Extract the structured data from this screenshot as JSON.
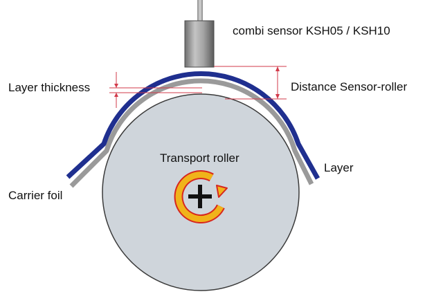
{
  "labels": {
    "sensor": "combi sensor KSH05 / KSH10",
    "layer_thickness": "Layer thickness",
    "distance": "Distance Sensor-roller",
    "roller": "Transport roller",
    "layer": "Layer",
    "carrier": "Carrier foil"
  },
  "colors": {
    "roller_fill": "#cfd5db",
    "roller_stroke": "#3a3a3a",
    "carrier_foil": "#9a9a9a",
    "layer": "#1f2f8f",
    "sensor_body": "#8c8c8c",
    "sensor_cable": "#b8b8b8",
    "dimension_lines": "#d23a4a",
    "rotation_arrow_fill": "#f0b31a",
    "rotation_arrow_stroke": "#d7261e"
  },
  "icons": {
    "rotation": "rotate-clockwise-icon",
    "center": "plus-icon"
  }
}
